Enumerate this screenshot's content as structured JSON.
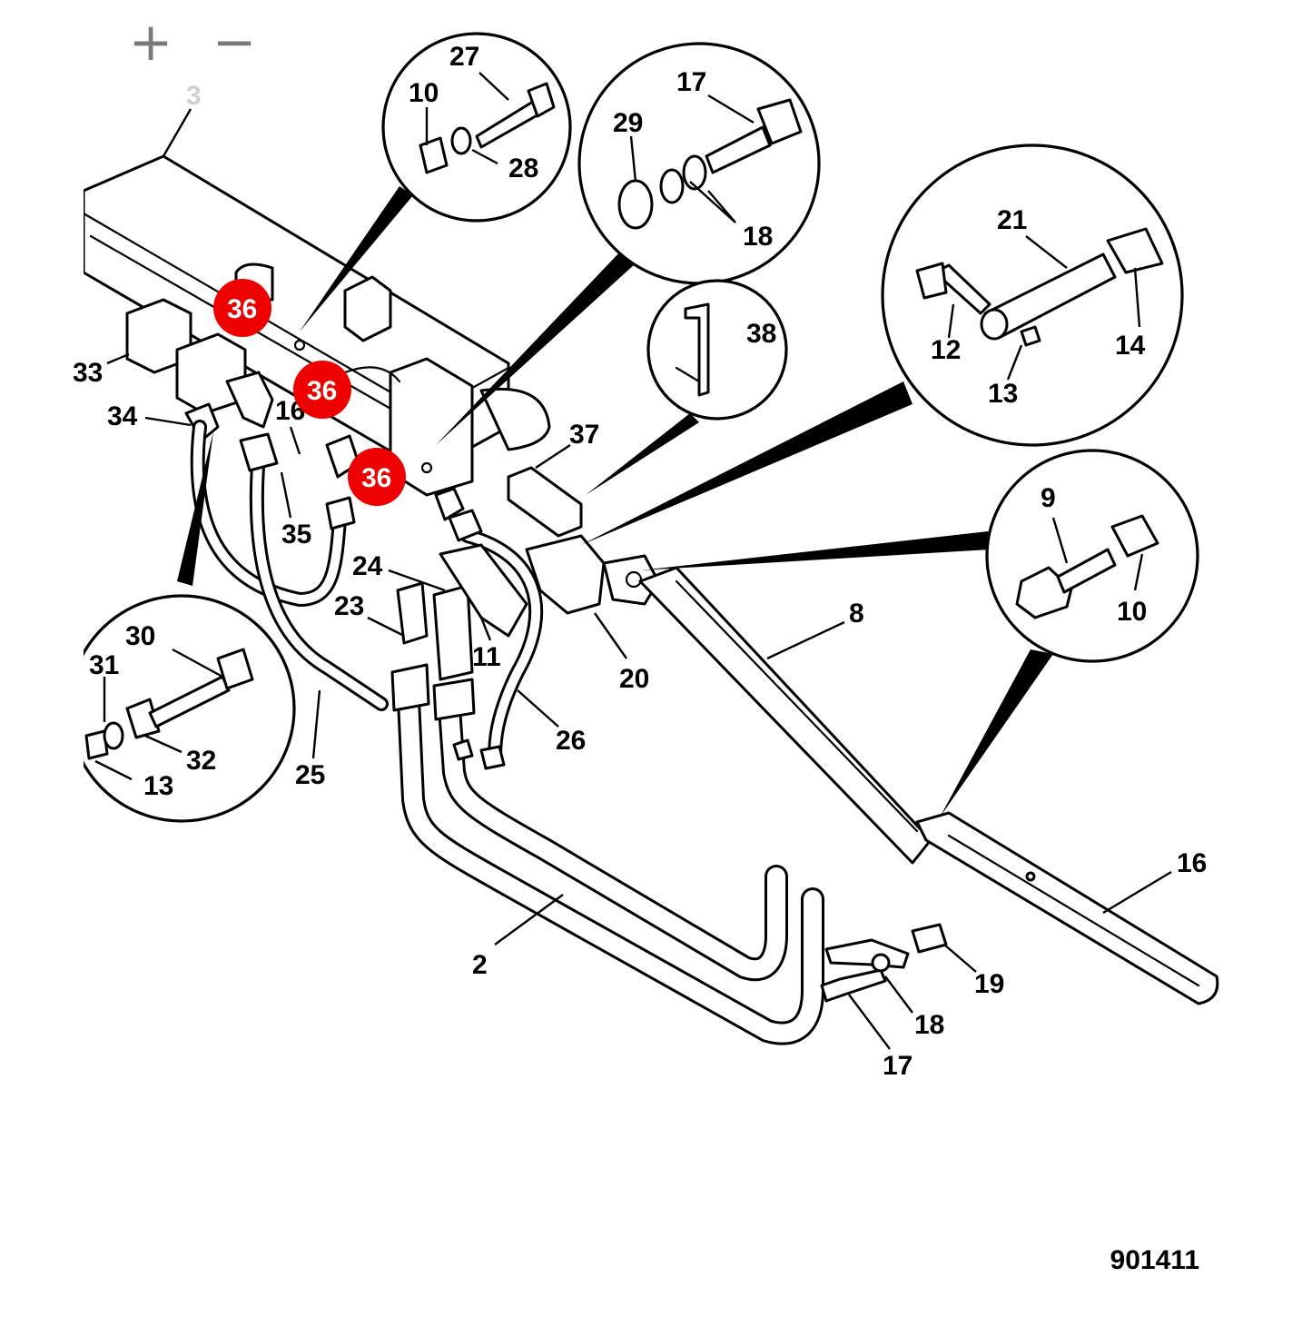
{
  "toolbar": {
    "zoom_in_label": "+",
    "zoom_out_label": "−"
  },
  "figure_number": "901411",
  "hotspots": [
    {
      "label": "36"
    },
    {
      "label": "36"
    },
    {
      "label": "36"
    }
  ],
  "callouts": [
    {
      "label": "3"
    },
    {
      "label": "27"
    },
    {
      "label": "10"
    },
    {
      "label": "28"
    },
    {
      "label": "17"
    },
    {
      "label": "29"
    },
    {
      "label": "18"
    },
    {
      "label": "21"
    },
    {
      "label": "12"
    },
    {
      "label": "14"
    },
    {
      "label": "13"
    },
    {
      "label": "38"
    },
    {
      "label": "33"
    },
    {
      "label": "34"
    },
    {
      "label": "16"
    },
    {
      "label": "37"
    },
    {
      "label": "35"
    },
    {
      "label": "9"
    },
    {
      "label": "10"
    },
    {
      "label": "24"
    },
    {
      "label": "23"
    },
    {
      "label": "11"
    },
    {
      "label": "8"
    },
    {
      "label": "20"
    },
    {
      "label": "30"
    },
    {
      "label": "31"
    },
    {
      "label": "32"
    },
    {
      "label": "13"
    },
    {
      "label": "25"
    },
    {
      "label": "26"
    },
    {
      "label": "16"
    },
    {
      "label": "2"
    },
    {
      "label": "19"
    },
    {
      "label": "18"
    },
    {
      "label": "17"
    }
  ]
}
